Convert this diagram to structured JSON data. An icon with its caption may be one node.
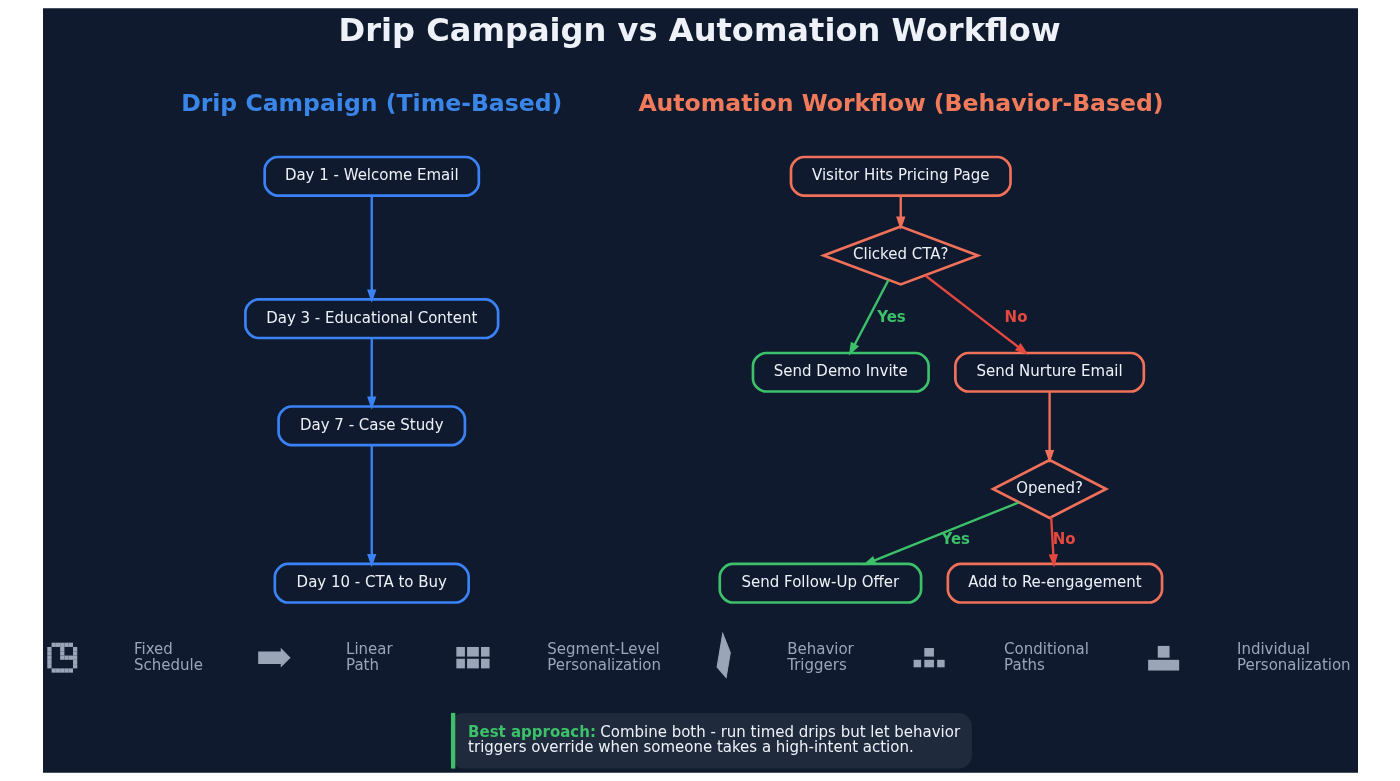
{
  "diagram": {
    "title": "Drip Campaign vs Automation Workflow",
    "nodes": [
      {
        "text": [
          "Day 1 - Welcome Email"
        ]
      },
      {
        "text": [
          "Day 3 - Educational Content"
        ]
      },
      {
        "text": [
          "Day 7 - Case Study"
        ]
      },
      {
        "text": [
          "Day 10 - CTA to Buy"
        ]
      },
      {
        "text": [
          "Visitor Hits Pricing Page"
        ]
      },
      {
        "text": [
          "Clicked CTA?"
        ]
      },
      {
        "text": [
          "Send Demo Invite"
        ]
      },
      {
        "text": [
          "Send Nurture Email"
        ]
      },
      {
        "text": [
          "Opened?"
        ]
      },
      {
        "text": [
          "Send Follow-Up Offer"
        ]
      },
      {
        "text": [
          "Add to Re-engagement"
        ]
      }
    ],
    "edges": [
      {
        "from": 0,
        "to": 1,
        "arrow": "to"
      },
      {
        "from": 1,
        "to": 2,
        "arrow": "to"
      },
      {
        "from": 2,
        "to": 3,
        "arrow": "to"
      },
      {
        "from": 4,
        "to": 5,
        "arrow": "to",
        "color": "#f07059"
      },
      {
        "from": 5,
        "to": 6,
        "arrow": "to",
        "label": "Yes",
        "color": "#3cc06a"
      },
      {
        "from": 5,
        "to": 7,
        "arrow": "to",
        "label": "No",
        "color": "#e5483f"
      },
      {
        "from": 7,
        "to": 8,
        "arrow": "to",
        "color": "#f07059"
      },
      {
        "from": 8,
        "to": 9,
        "arrow": "to",
        "label": "Yes",
        "color": "#3cc06a"
      },
      {
        "from": 8,
        "to": 10,
        "arrow": "to",
        "label": "No",
        "color": "#e5483f"
      }
    ],
    "labels": [
      "Drip Campaign (Time-Based)",
      "Automation Workflow (Behavior-Based)",
      "Fixed Schedule",
      "Linear Path",
      "Segment-Level Personalization",
      "Behavior Triggers",
      "Conditional Paths",
      "Individual Personalization",
      "**Best approach:** Combine both - run timed drips but let behavior triggers override when someone takes a high-intent action."
    ]
  }
}
